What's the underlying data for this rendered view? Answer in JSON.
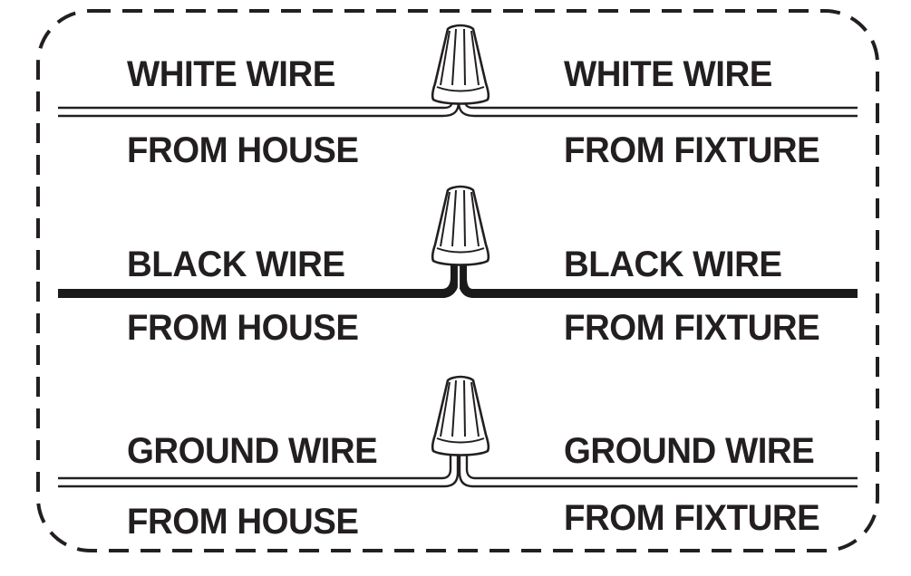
{
  "colors": {
    "ink": "#231f20",
    "background": "#ffffff",
    "black_wire": "#1a1a1a"
  },
  "rows": [
    {
      "id": "white",
      "left_top": "WHITE WIRE",
      "left_bottom": "FROM HOUSE",
      "right_top": "WHITE WIRE",
      "right_bottom": "FROM FIXTURE"
    },
    {
      "id": "black",
      "left_top": "BLACK WIRE",
      "left_bottom": "FROM HOUSE",
      "right_top": "BLACK WIRE",
      "right_bottom": "FROM FIXTURE"
    },
    {
      "id": "ground",
      "left_top": "GROUND WIRE",
      "left_bottom": "FROM HOUSE",
      "right_top": "GROUND WIRE",
      "right_bottom": "FROM FIXTURE"
    }
  ],
  "icons": [
    "wire-nut-icon"
  ]
}
